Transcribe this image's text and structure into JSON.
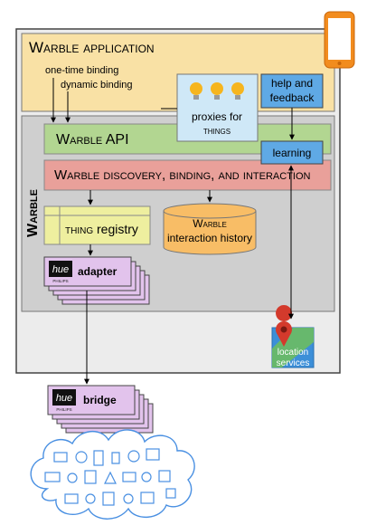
{
  "app": {
    "title": "Warble application",
    "binding_labels": [
      "one-time binding",
      "dynamic binding"
    ]
  },
  "proxies": {
    "line1": "proxies for",
    "line2": "things"
  },
  "help": {
    "line1": "help and",
    "line2": "feedback"
  },
  "learning": "learning",
  "api": "Warble API",
  "discovery": "Warble discovery, binding, and interaction",
  "vertical_label": "Warble",
  "registry": {
    "prefix": "thing",
    "suffix": " registry"
  },
  "history": {
    "line1": "Warble",
    "line2": "interaction history"
  },
  "adapter": {
    "label": "adapter",
    "logo": "hue",
    "brand": "PHILIPS"
  },
  "bridge": {
    "label": "bridge",
    "logo": "hue",
    "brand": "PHILIPS"
  },
  "location": {
    "line1": "location",
    "line2": "services"
  },
  "colors": {
    "app_bg": "#f9e1a5",
    "core_bg": "#cfcfcf",
    "api_bg": "#b2d691",
    "discovery_bg": "#e9a09a",
    "registry_bg": "#eeef9f",
    "history_bg": "#f8bd66",
    "blue_box": "#5fa9e5",
    "proxies_bg": "#cfe8f7",
    "adapter_bg": "#e2c3ec",
    "phone": "#f28c1e"
  },
  "icons": [
    "smartphone-icon",
    "lightbulb-icon",
    "map-pin-icon",
    "iot-cloud-icon"
  ]
}
